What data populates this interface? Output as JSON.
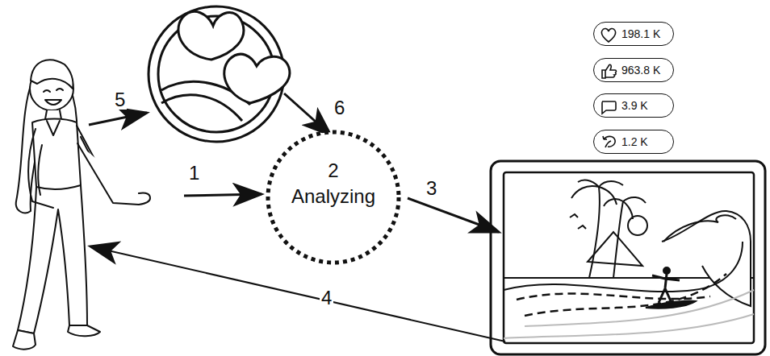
{
  "diagram": {
    "nodes": [
      {
        "text": [
          "198.1 K"
        ]
      },
      {
        "text": [
          "963.8 K"
        ]
      },
      {
        "text": [
          "3.9 K"
        ]
      },
      {
        "text": [
          "1.2 K"
        ]
      },
      {
        "text": [
          "2",
          "Analyzing"
        ]
      }
    ],
    "labels": [
      "5",
      "6",
      "1",
      "3",
      "4"
    ]
  }
}
